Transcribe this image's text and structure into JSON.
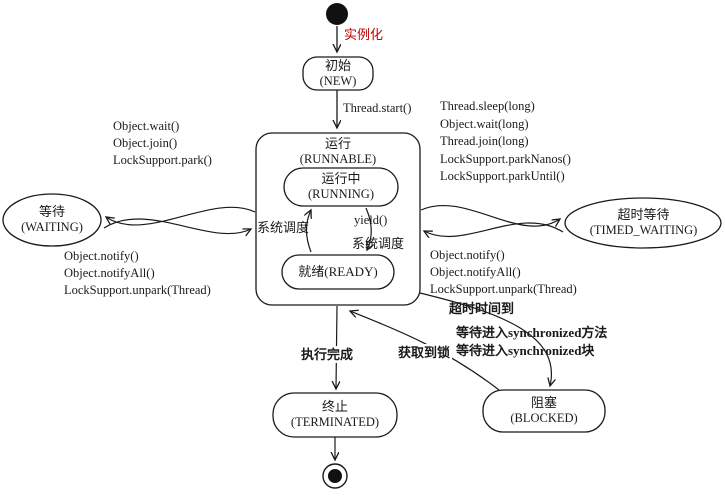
{
  "diagram": {
    "background": "#ffffff",
    "ink_color": "#1a1a1a",
    "accent_red": "#c00000",
    "nodes": {
      "new": {
        "line1": "初始",
        "line2": "(NEW)"
      },
      "runnable": {
        "line1": "运行",
        "line2": "(RUNNABLE)"
      },
      "running": {
        "line1": "运行中",
        "line2": "(RUNNING)"
      },
      "ready": {
        "line1": "就绪(READY)"
      },
      "waiting": {
        "line1": "等待",
        "line2": "(WAITING)"
      },
      "timed_waiting": {
        "line1": "超时等待",
        "line2": "(TIMED_WAITING)"
      },
      "terminated": {
        "line1": "终止",
        "line2": "(TERMINATED)"
      },
      "blocked": {
        "line1": "阻塞",
        "line2": "(BLOCKED)"
      }
    },
    "labels": {
      "instantiate": "实例化",
      "start": "Thread.start()",
      "scheduler_left": "系统调度",
      "yield": "yield()",
      "scheduler_right": "系统调度",
      "finish": "执行完成",
      "acquire_lock": "获取到锁"
    },
    "transitions": {
      "to_waiting": [
        "Object.wait()",
        "Object.join()",
        "LockSupport.park()"
      ],
      "from_waiting": [
        "Object.notify()",
        "Object.notifyAll()",
        "LockSupport.unpark(Thread)"
      ],
      "to_timed_waiting": [
        "Thread.sleep(long)",
        "Object.wait(long)",
        "Thread.join(long)",
        "LockSupport.parkNanos()",
        "LockSupport.parkUntil()"
      ],
      "from_timed_waiting": [
        "Object.notify()",
        "Object.notifyAll()",
        "LockSupport.unpark(Thread)",
        "超时时间到"
      ],
      "to_blocked": [
        "等待进入synchronized方法",
        "等待进入synchronized块"
      ]
    }
  }
}
